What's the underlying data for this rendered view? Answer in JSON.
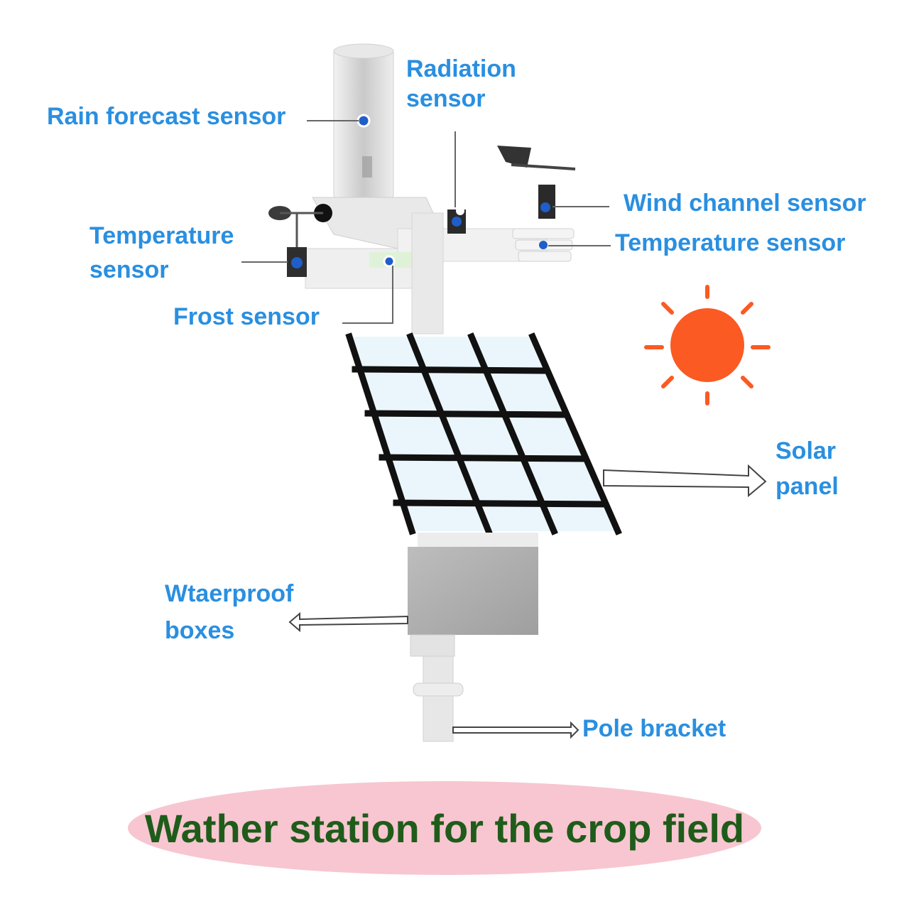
{
  "labels": {
    "rain_forecast_sensor": "Rain forecast sensor",
    "radiation_sensor": "Radiation\nsensor",
    "wind_channel_sensor": "Wind channel sensor",
    "temperature_sensor_right": "Temperature sensor",
    "temperature_sensor_left": "Temperature\nsensor",
    "frost_sensor": "Frost sensor",
    "solar_panel": "Solar\npanel",
    "waterproof_boxes": "Wtaerproof\nboxes",
    "pole_bracket": "Pole bracket"
  },
  "caption": "Wather station for the crop field",
  "colors": {
    "label": "#2a8fe0",
    "caption_text": "#1f5c1a",
    "caption_bg": "#f7c6d1",
    "sun": "#fb5a22"
  },
  "icons": {
    "sun": "sun-icon",
    "solar_panel": "solar-panel-illustration",
    "weather_station": "weather-station-illustration"
  }
}
